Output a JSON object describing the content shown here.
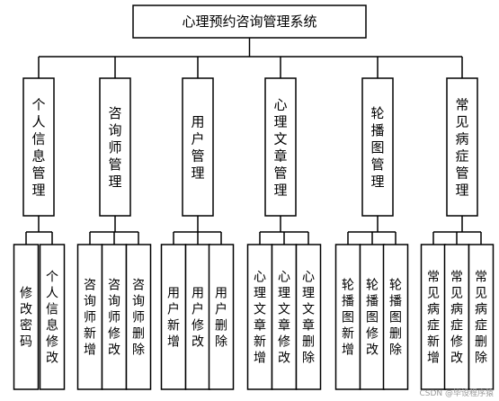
{
  "root": {
    "label": "心理预约咨询管理系统"
  },
  "modules": [
    {
      "label": "个人信息管理",
      "children": [
        "修改密码",
        "个人信息修改"
      ]
    },
    {
      "label": "咨询师管理",
      "children": [
        "咨询师新增",
        "咨询师修改",
        "咨询师删除"
      ]
    },
    {
      "label": "用户管理",
      "children": [
        "用户新增",
        "用户修改",
        "用户删除"
      ]
    },
    {
      "label": "心理文章管理",
      "children": [
        "心理文章新增",
        "心理文章修改",
        "心理文章删除"
      ]
    },
    {
      "label": "轮播图管理",
      "children": [
        "轮播图新增",
        "轮播图修改",
        "轮播图删除"
      ]
    },
    {
      "label": "常见病症管理",
      "children": [
        "常见病症新增",
        "常见病症修改",
        "常见病症删除"
      ]
    }
  ],
  "watermark": "CSDN @毕设程序猿"
}
